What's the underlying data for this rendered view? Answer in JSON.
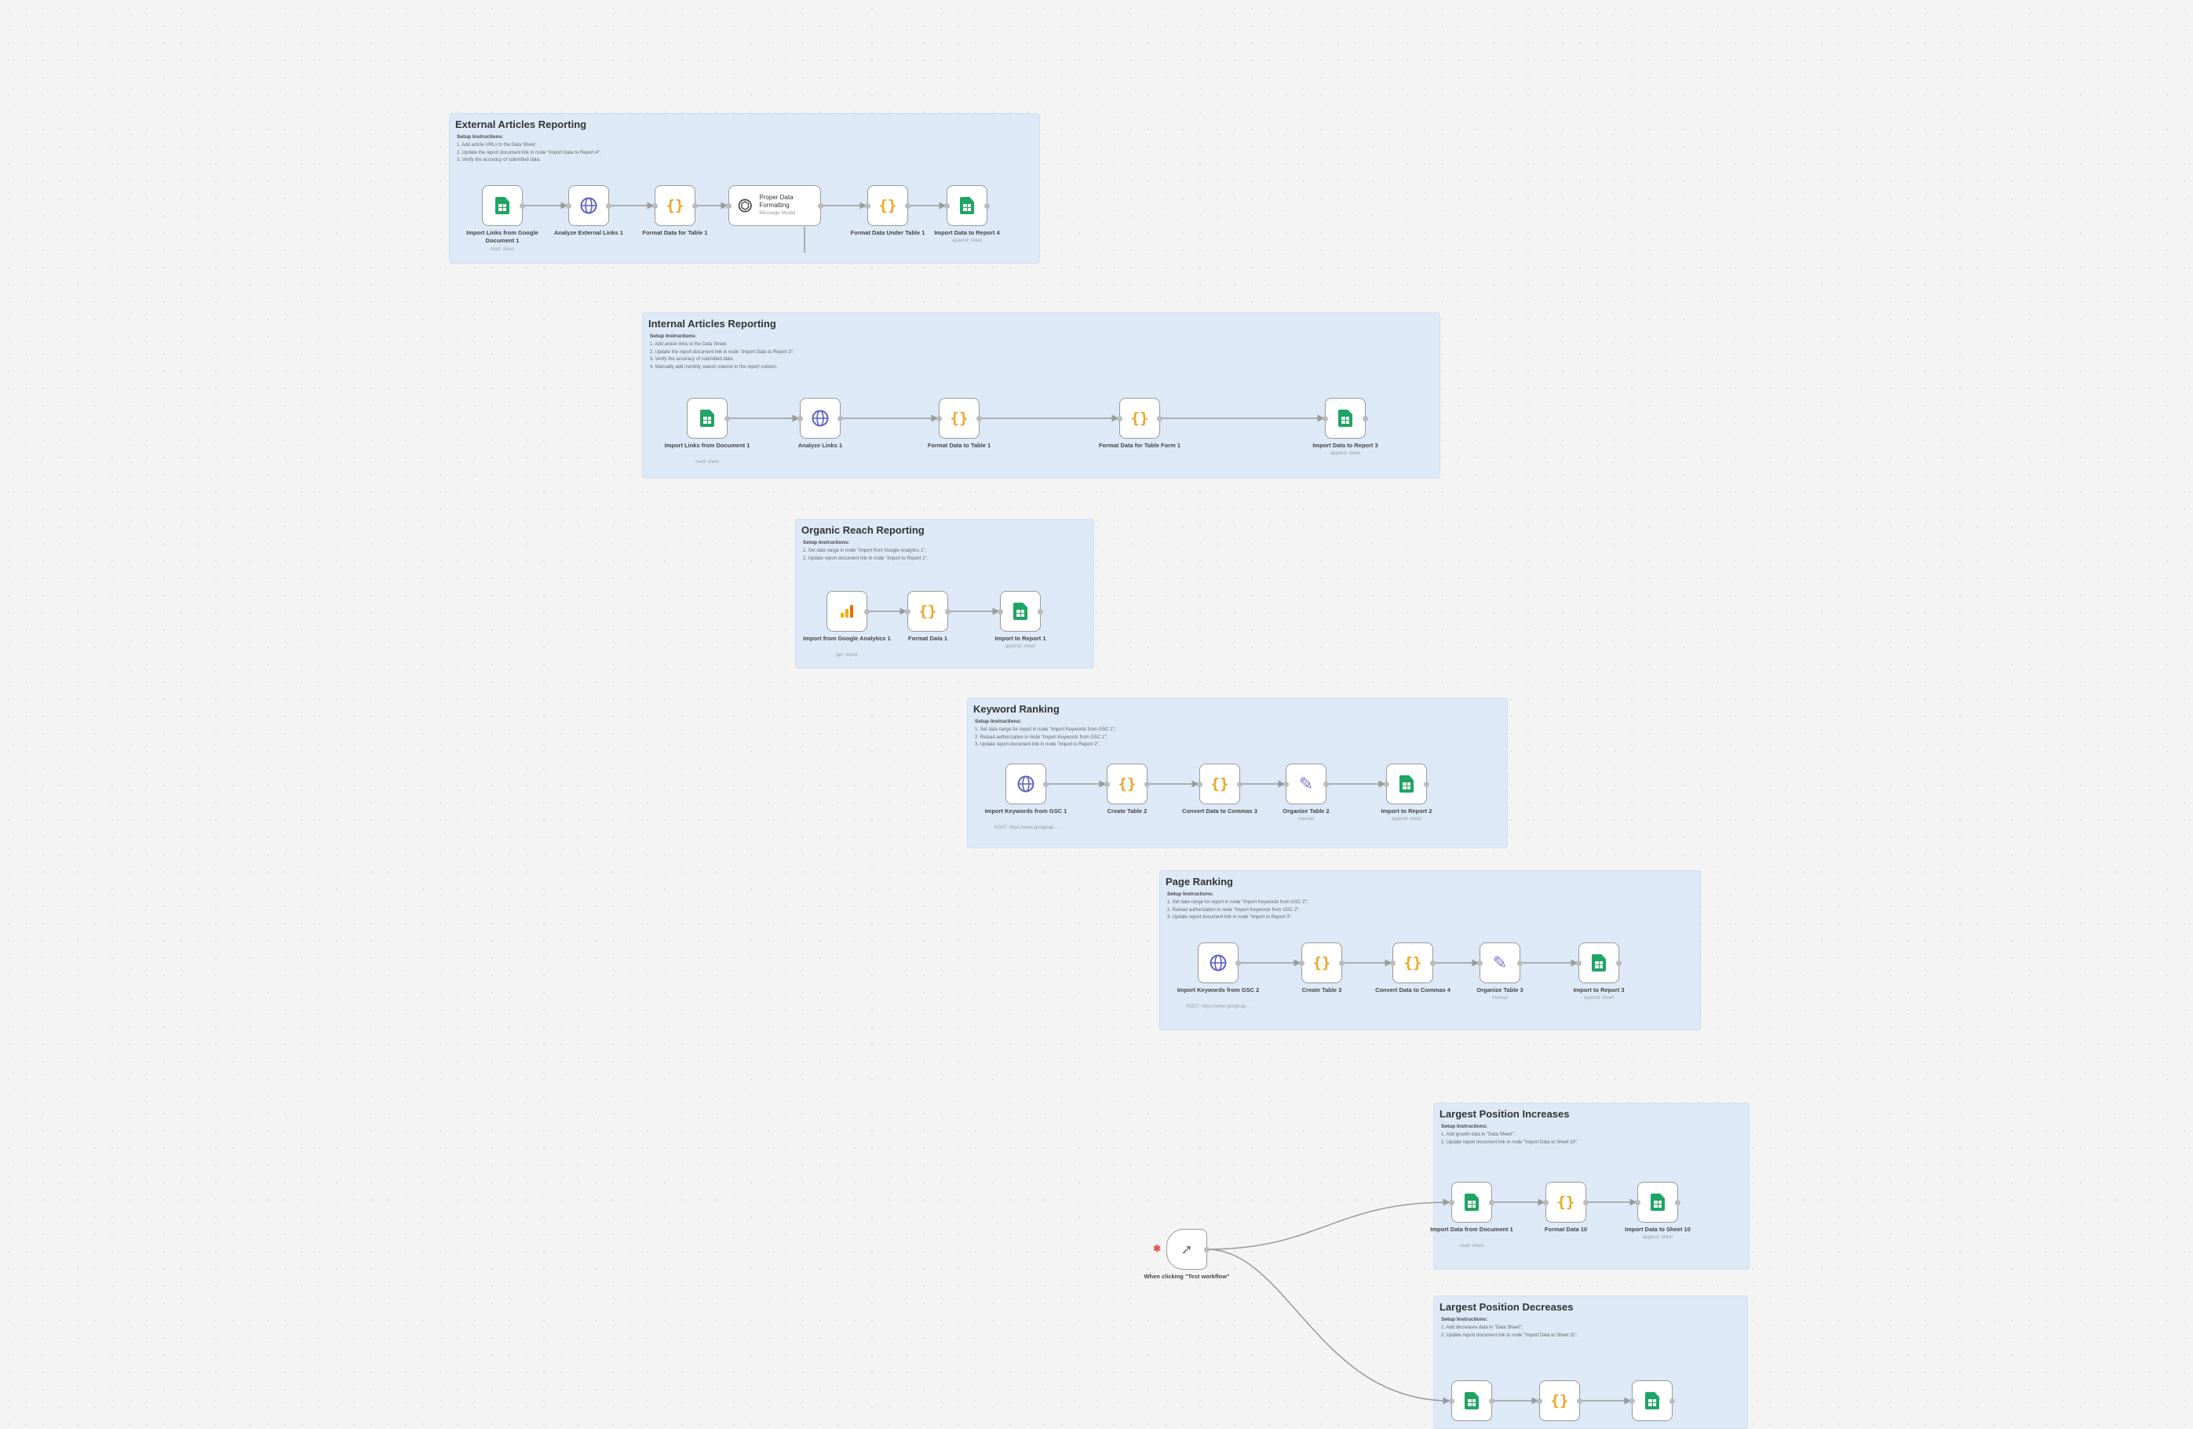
{
  "groups": [
    {
      "title": "External Articles Reporting",
      "setup": "Setup Instructions:",
      "lines": [
        "1. Add article URLs to the Data Sheet;",
        "2. Update the report document link in node \"Import Data to Report 4\";",
        "3. Verify the accuracy of submitted data."
      ]
    },
    {
      "title": "Internal Articles Reporting",
      "setup": "Setup Instructions:",
      "lines": [
        "1. Add article links to the Data Sheet;",
        "2. Update the report document link in node \"Import Data to Report 3\";",
        "3. Verify the accuracy of submitted data;",
        "4. Manually add monthly search volume to the report column."
      ]
    },
    {
      "title": "Organic Reach Reporting",
      "setup": "Setup Instructions:",
      "lines": [
        "1. Set date range in node \"Import from Google Analytics 1\";",
        "2. Update report document link in node \"Import to Report 1\"."
      ]
    },
    {
      "title": "Keyword Ranking",
      "setup": "Setup Instructions:",
      "lines": [
        "1. Set date range for report in node \"Import Keywords from GSC 1\";",
        "2. Reload authorization in node \"Import Keywords from GSC 1\";",
        "3. Update report document link in node \"Import to Report 2\"."
      ]
    },
    {
      "title": "Page Ranking",
      "setup": "Setup Instructions:",
      "lines": [
        "1. Set date range for report in node \"Import Keywords from GSC 2\";",
        "2. Reload authorization in node \"Import Keywords from GSC 2\";",
        "3. Update report document link in node \"Import to Report 3\"."
      ]
    },
    {
      "title": "Largest Position Increases",
      "setup": "Setup Instructions:",
      "lines": [
        "1. Add growth data in \"Data Sheet\";",
        "2. Update report document link in node \"Import Data to Sheet 10\"."
      ]
    },
    {
      "title": "Largest Position Decreases",
      "setup": "Setup Instructions:",
      "lines": [
        "1. Add decreases data in \"Data Sheet\";",
        "2. Update report document link in node \"Import Data to Sheet 11\"."
      ]
    }
  ],
  "nodes": {
    "ext1": {
      "label": "Import Links from Google Document 1",
      "sub": "read: sheet",
      "icon": "google-sheets-icon"
    },
    "ext2": {
      "label": "Analyze External Links 1",
      "sub": "",
      "icon": "globe-icon"
    },
    "ext3": {
      "label": "Format Data for Table 1",
      "sub": "",
      "icon": "code-icon"
    },
    "ext4": {
      "label": "Proper Data Formatting",
      "sub": "Message Model",
      "icon": "openai-icon"
    },
    "ext5": {
      "label": "Format Data Under Table 1",
      "sub": "",
      "icon": "code-icon"
    },
    "ext6": {
      "label": "Import Data to Report 4",
      "sub": "append: sheet",
      "icon": "google-sheets-icon"
    },
    "int1": {
      "label": "Import Links from Document 1",
      "sub": "read: sheet",
      "icon": "google-sheets-icon"
    },
    "int2": {
      "label": "Analyze Links 1",
      "sub": "",
      "icon": "globe-icon"
    },
    "int3": {
      "label": "Format Data to Table 1",
      "sub": "",
      "icon": "code-icon"
    },
    "int4": {
      "label": "Format Data for Table Form 1",
      "sub": "",
      "icon": "code-icon"
    },
    "int5": {
      "label": "Import Data to Report 3",
      "sub": "append: sheet",
      "icon": "google-sheets-icon"
    },
    "org1": {
      "label": "Import from Google Analytics 1",
      "sub": "get: report",
      "icon": "analytics-icon"
    },
    "org2": {
      "label": "Format Data 1",
      "sub": "",
      "icon": "code-icon"
    },
    "org3": {
      "label": "Import to Report 1",
      "sub": "append: sheet",
      "icon": "google-sheets-icon"
    },
    "kw1": {
      "label": "Import Keywords from GSC 1",
      "sub": "POST: https://www.googleap...",
      "icon": "globe-icon"
    },
    "kw2": {
      "label": "Create Table 2",
      "sub": "",
      "icon": "code-icon"
    },
    "kw3": {
      "label": "Convert Data to Commas 3",
      "sub": "",
      "icon": "code-icon"
    },
    "kw4": {
      "label": "Organize Table 2",
      "sub": "manual",
      "icon": "pencil-icon"
    },
    "kw5": {
      "label": "Import to Report 2",
      "sub": "append: sheet",
      "icon": "google-sheets-icon"
    },
    "pg1": {
      "label": "Import Keywords from GSC 2",
      "sub": "POST: https://www.googleap...",
      "icon": "globe-icon"
    },
    "pg2": {
      "label": "Create Table 3",
      "sub": "",
      "icon": "code-icon"
    },
    "pg3": {
      "label": "Convert Data to Commas 4",
      "sub": "",
      "icon": "code-icon"
    },
    "pg4": {
      "label": "Organize Table 3",
      "sub": "manual",
      "icon": "pencil-icon"
    },
    "pg5": {
      "label": "Import to Report 3",
      "sub": "append: sheet",
      "icon": "google-sheets-icon"
    },
    "trig": {
      "label": "When clicking \"Test workflow\"",
      "sub": "",
      "icon": "cursor-icon"
    },
    "inc1": {
      "label": "Import Data from Document 1",
      "sub": "read: sheet",
      "icon": "google-sheets-icon"
    },
    "inc2": {
      "label": "Format Data 10",
      "sub": "",
      "icon": "code-icon"
    },
    "inc3": {
      "label": "Import Data to Sheet 10",
      "sub": "append: sheet",
      "icon": "google-sheets-icon"
    },
    "dec1": {
      "label": "",
      "sub": "",
      "icon": "google-sheets-icon"
    },
    "dec2": {
      "label": "",
      "sub": "",
      "icon": "code-icon"
    },
    "dec3": {
      "label": "",
      "sub": "",
      "icon": "google-sheets-icon"
    }
  },
  "colors": {
    "group_bg": "#dde9f6",
    "sheets": "#1fa463",
    "code": "#f0a320",
    "globe": "#5b5fc7",
    "edge": "#9a9a9a"
  }
}
